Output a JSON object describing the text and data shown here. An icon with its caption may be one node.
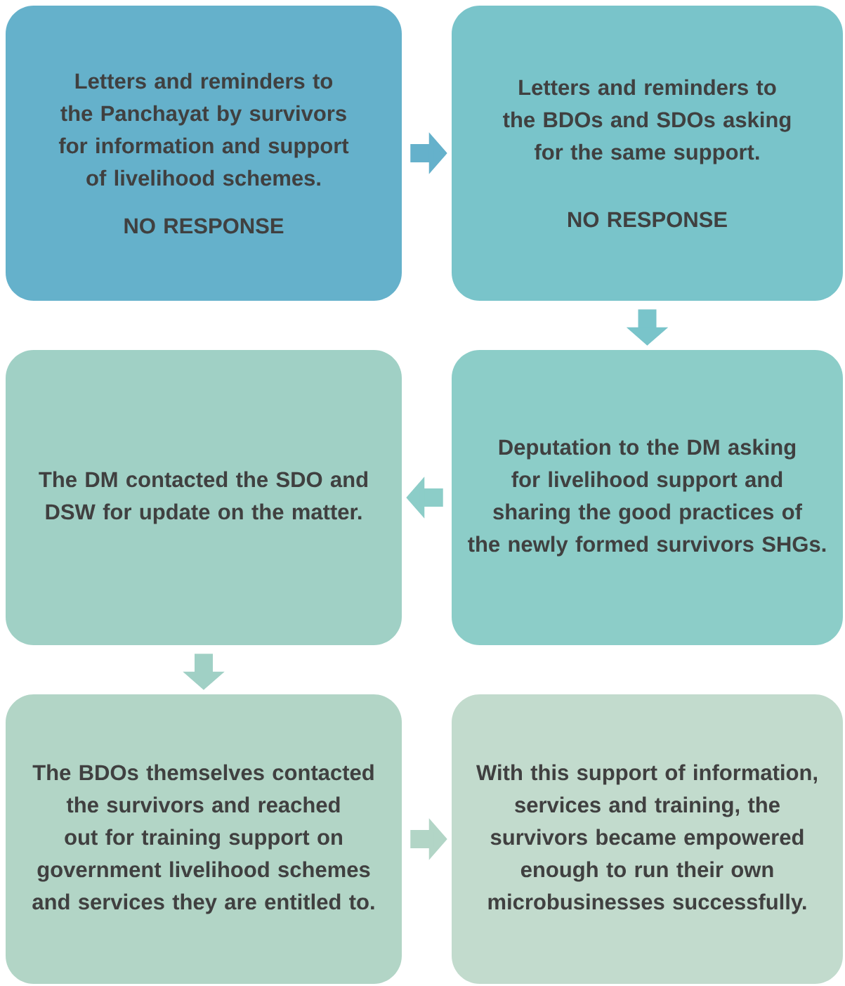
{
  "diagram": {
    "nodes": [
      {
        "text": [
          "Letters and reminders to the Panchayat by survivors for information and support of livelihood schemes.",
          "NO RESPONSE"
        ]
      },
      {
        "text": [
          "Letters and reminders to the BDOs and SDOs asking for the same support.",
          "NO RESPONSE"
        ]
      },
      {
        "text": [
          "The DM contacted the SDO and DSW for update on the matter."
        ]
      },
      {
        "text": [
          "Deputation to the DM asking for livelihood support and sharing the good practices of the newly formed survivors SHGs."
        ]
      },
      {
        "text": [
          "The BDOs themselves contacted the survivors and reached out for training support on government livelihood schemes and services they are entitled to."
        ]
      },
      {
        "text": [
          "With this support of information, services and training, the survivors became empowered enough to run their own microbusinesses successfully."
        ]
      }
    ],
    "edges": [
      {
        "from": 0,
        "to": 1,
        "arrow": "to"
      },
      {
        "from": 1,
        "to": 3,
        "arrow": "to"
      },
      {
        "from": 3,
        "to": 2,
        "arrow": "to"
      },
      {
        "from": 2,
        "to": 4,
        "arrow": "to"
      },
      {
        "from": 4,
        "to": 5,
        "arrow": "to"
      }
    ]
  }
}
